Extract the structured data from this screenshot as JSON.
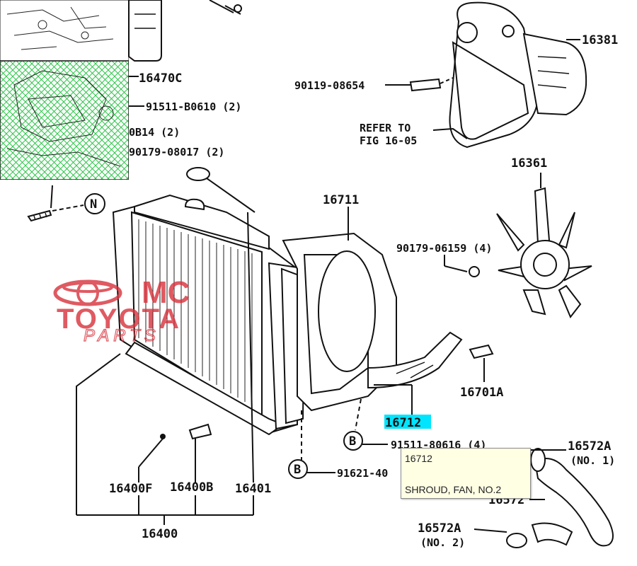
{
  "diagram": {
    "highlighted_part": "16712",
    "tooltip": {
      "part_number": "16712",
      "part_name": "SHROUD, FAN, NO.2"
    },
    "labels": {
      "p16470C": "16470C",
      "p91511_B0610": "91511-B0610 (2)",
      "p0B14": "0B14 (2)",
      "p90179_08017": "90179-08017 (2)",
      "p90119_08654": "90119-08654",
      "refer_to_1": "REFER TO",
      "refer_to_2": "FIG 16-05",
      "p16381": "16381",
      "p16361": "16361",
      "p16711": "16711",
      "p90179_06159": "90179-06159 (4)",
      "p16701A": "16701A",
      "p16712": "16712",
      "p91511_80616": "91511-80616 (4)",
      "p91621_40": "91621-40",
      "p16572A_1": "16572A",
      "p16572A_1_sub": "(NO. 1)",
      "p16572_partial": "16572",
      "p16572A_2": "16572A",
      "p16572A_2_sub": "(NO. 2)",
      "p16400F": "16400F",
      "p16400B": "16400B",
      "p16401": "16401",
      "p16400": "16400",
      "marker_N": "N",
      "marker_B1": "B",
      "marker_B2": "B"
    },
    "watermark": {
      "line1": "MC",
      "line2": "TOYOTA",
      "line3": "PARTS",
      "color": "#d8323c"
    },
    "highlight_color": "#00e5ff",
    "inset_color": "#2ec44a"
  }
}
